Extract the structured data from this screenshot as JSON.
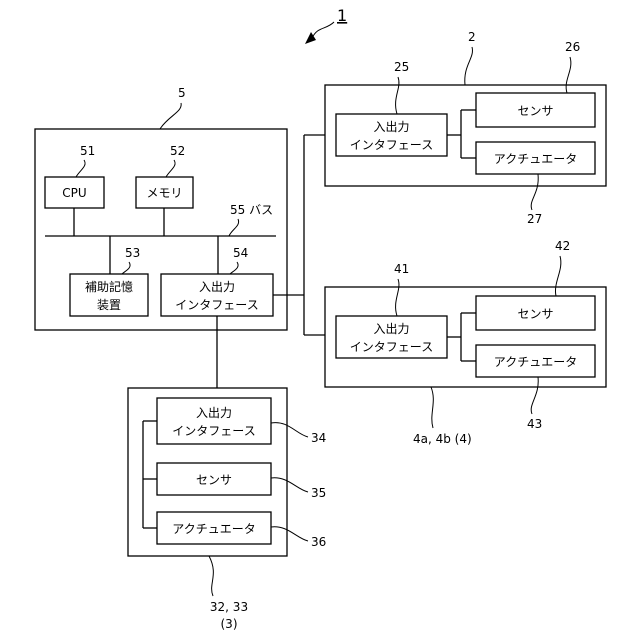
{
  "figure_number": "1",
  "computer": {
    "ref": "5",
    "cpu": {
      "label": "CPU",
      "ref": "51"
    },
    "memory": {
      "label": "メモリ",
      "ref": "52"
    },
    "bus": {
      "label": "55 バス"
    },
    "storage": {
      "line1": "補助記憶",
      "line2": "装置",
      "ref": "53"
    },
    "io": {
      "line1": "入出力",
      "line2": "インタフェース",
      "ref": "54"
    }
  },
  "device_top": {
    "ref": "2",
    "io": {
      "line1": "入出力",
      "line2": "インタフェース",
      "ref": "25"
    },
    "sensor": {
      "label": "センサ",
      "ref": "26"
    },
    "actuator": {
      "label": "アクチュエータ",
      "ref": "27"
    }
  },
  "device_mid": {
    "ref": "4a, 4b (4)",
    "io": {
      "line1": "入出力",
      "line2": "インタフェース",
      "ref": "41"
    },
    "sensor": {
      "label": "センサ",
      "ref": "42"
    },
    "actuator": {
      "label": "アクチュエータ",
      "ref": "43"
    }
  },
  "device_bottom": {
    "ref_line1": "32, 33",
    "ref_line2": "(3)",
    "io": {
      "line1": "入出力",
      "line2": "インタフェース",
      "ref": "34"
    },
    "sensor": {
      "label": "センサ",
      "ref": "35"
    },
    "actuator": {
      "label": "アクチュエータ",
      "ref": "36"
    }
  }
}
